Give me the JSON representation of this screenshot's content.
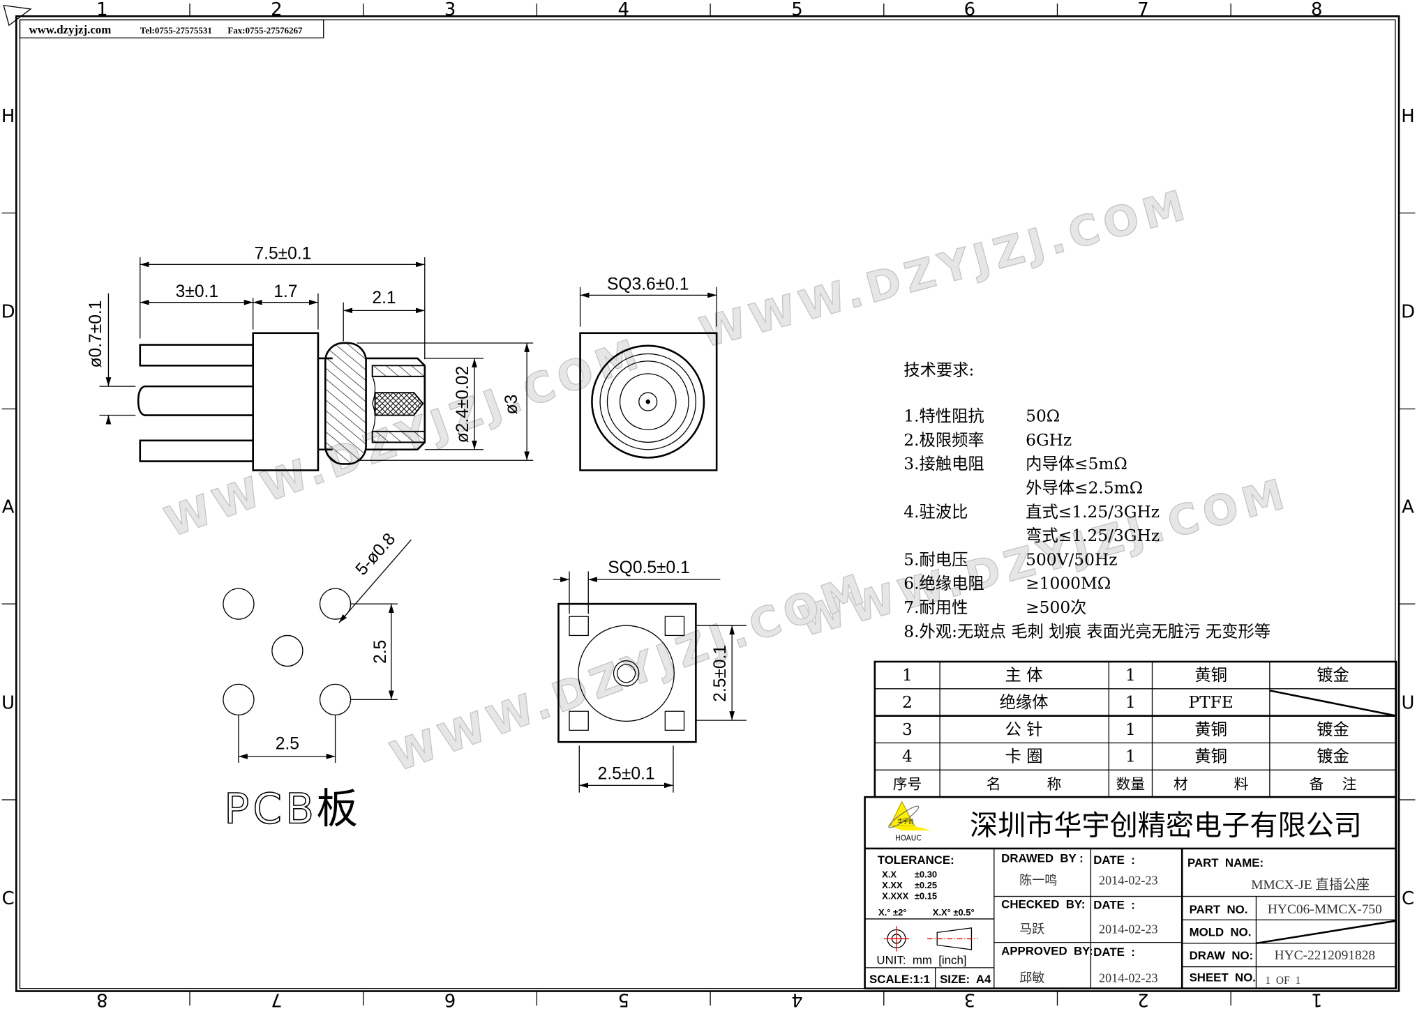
{
  "header": {
    "website": "www.dzyjzj.com",
    "tel": "Tel:0755-27575531",
    "fax": "Fax:0755-27576267"
  },
  "grid": {
    "columns_top": [
      "1",
      "2",
      "3",
      "4",
      "5",
      "6",
      "7",
      "8"
    ],
    "columns_bottom": [
      "8",
      "7",
      "6",
      "5",
      "4",
      "3",
      "2",
      "1"
    ],
    "rows": [
      "H",
      "D",
      "A",
      "U",
      "C"
    ]
  },
  "watermark": "WWW.DZYJZJ.COM",
  "side_view": {
    "overall": "7.5±0.1",
    "pin_length": "3±0.1",
    "body": "1.7",
    "barrel": "2.1",
    "pin_dia": "ø0.7±0.1",
    "inner_dia": "ø2.4±0.02",
    "outer_dia": "ø3"
  },
  "front_view": {
    "size": "SQ3.6±0.1"
  },
  "pcb": {
    "holes": "5-ø0.8",
    "pitch_v": "2.5",
    "pitch_h": "2.5",
    "label_latin": "PCB",
    "label_cn": "板"
  },
  "bottom_view": {
    "pad": "SQ0.5±0.1",
    "pitch_v": "2.5±0.1",
    "pitch_h": "2.5±0.1"
  },
  "tech_requirements": {
    "title": "技术要求:",
    "items": [
      {
        "label": "1.特性阻抗",
        "value": "50Ω"
      },
      {
        "label": "2.极限频率",
        "value": "6GHz"
      },
      {
        "label": "3.接触电阻",
        "value": "内导体≤5mΩ"
      },
      {
        "label": "",
        "value": "外导体≤2.5mΩ"
      },
      {
        "label": "4.驻波比",
        "value": "直式≤1.25/3GHz"
      },
      {
        "label": "",
        "value": "弯式≤1.25/3GHz"
      },
      {
        "label": "5.耐电压",
        "value": "500V/50Hz"
      },
      {
        "label": "6.绝缘电阻",
        "value": "≥1000MΩ"
      },
      {
        "label": "7.耐用性",
        "value": "≥500次"
      },
      {
        "label": "8.外观:无斑点 毛刺 划痕 表面光亮无脏污 无变形等",
        "value": ""
      }
    ]
  },
  "parts_table": {
    "rows": [
      {
        "no": "1",
        "name": "主  体",
        "qty": "1",
        "material": "黄铜",
        "note": "镀金"
      },
      {
        "no": "2",
        "name": "绝缘体",
        "qty": "1",
        "material": "PTFE",
        "note": ""
      },
      {
        "no": "3",
        "name": "公  针",
        "qty": "1",
        "material": "黄铜",
        "note": "镀金"
      },
      {
        "no": "4",
        "name": "卡  圈",
        "qty": "1",
        "material": "黄铜",
        "note": "镀金"
      }
    ],
    "header": {
      "no": "序号",
      "name": "名          称",
      "qty": "数量",
      "material": "材          料",
      "note": "备    注"
    }
  },
  "title_block": {
    "company": "深圳市华宇创精密电子有限公司",
    "logo_text": "华宇创",
    "logo_brand": "HOAUC",
    "tolerance_label": "TOLERANCE:",
    "tolerances": [
      [
        "X.X",
        "±0.30"
      ],
      [
        "X.XX",
        "±0.25"
      ],
      [
        "X.XXX",
        "±0.15"
      ]
    ],
    "angle_tol": [
      "X.° ±2°",
      "X.X° ±0.5°"
    ],
    "unit": "UNIT:  mm  [inch]",
    "scale": "SCALE:1:1",
    "size": "SIZE:  A4",
    "drawed_by_label": "DRAWED  BY :",
    "drawed_by": "陈一鸣",
    "checked_by_label": "CHECKED  BY:",
    "checked_by": "马跃",
    "approved_by_label": "APPROVED  BY:",
    "approved_by": "邱敏",
    "date_label": "DATE  :",
    "dates": [
      "2014-02-23",
      "2014-02-23",
      "2014-02-23"
    ],
    "part_name_label": "PART  NAME:",
    "part_name": "MMCX-JE 直插公座",
    "part_no_label": "PART  NO.",
    "part_no": "HYC06-MMCX-750",
    "mold_no_label": "MOLD  NO.",
    "draw_no_label": "DRAW  NO:",
    "draw_no": "HYC-2212091828",
    "sheet_no_label": "SHEET  NO.",
    "sheet_no": "1  OF  1"
  }
}
